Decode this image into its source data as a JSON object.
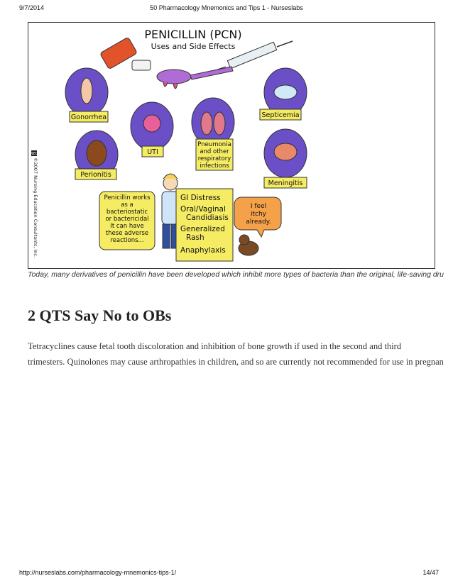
{
  "print_header": {
    "date": "9/7/2014",
    "title": "50 Pharmacology Mnemonics and Tips 1 - Nurseslabs"
  },
  "cartoon": {
    "title": "PENICILLIN (PCN)",
    "subtitle": "Uses and Side Effects",
    "uses": {
      "gonorrhea": "Gonorrhea",
      "uti": "UTI",
      "pneumonia": [
        "Pneumonia",
        "and other",
        "respiratory",
        "infections"
      ],
      "septicemia": "Septicemia",
      "perionitis": "Perionitis",
      "meningitis": "Meningitis"
    },
    "info_box": [
      "Penicillin works",
      "as a",
      "bacteriostatic",
      "or bactericidal",
      "It can have",
      "these adverse",
      "reactions..."
    ],
    "side_effects": [
      "GI Distress",
      "Oral/Vaginal",
      "Candidiasis",
      "Generalized",
      "Rash",
      "Anaphylaxis"
    ],
    "speech_bubble": [
      "I feel",
      "itchy",
      "already."
    ],
    "copyright": "©2007 Nursing Education Consultants, Inc.",
    "copyright_logo": "NEC"
  },
  "caption": "Today, many derivatives of penicillin have been developed which inhibit more types of bacteria than the original, life-saving dru",
  "section": {
    "heading": "2 QTS Say No to OBs",
    "paragraph_line1": "Tetracyclines cause fetal tooth discoloration and inhibition of bone growth if used in the second and third",
    "paragraph_line2": "trimesters. Quinolones may cause arthropathies in children, and so are currently not recommended for use in pregnan"
  },
  "print_footer": {
    "url": "http://nurseslabs.com/pharmacology-mnemonics-tips-1/",
    "page": "14/47"
  }
}
